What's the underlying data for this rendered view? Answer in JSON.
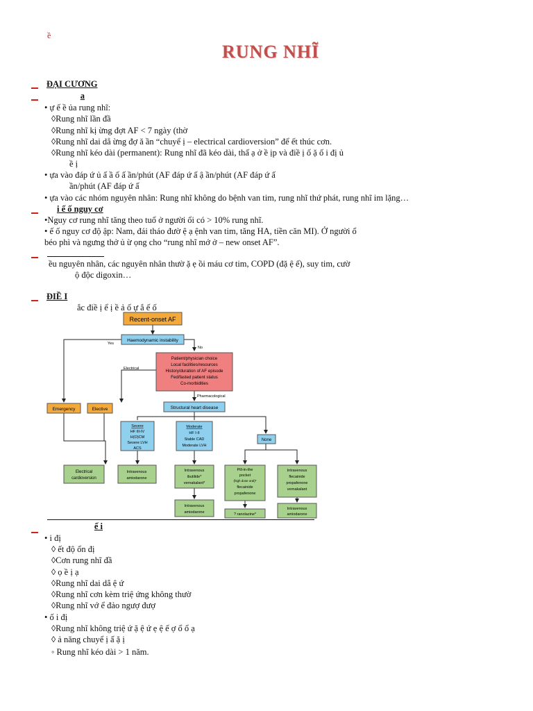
{
  "header": {
    "mark": "ề",
    "title": "RUNG NHĨ"
  },
  "section1": {
    "heading": "ĐẠI CƯƠNG",
    "sub_a": "a",
    "lines": [
      "•   ự                   ế     ề     ủa rung nhĩ:",
      "◊Rung nhĩ lần đầ",
      "◊Rung nhĩ kị                                 ừng đợt AF < 7 ngày (thờ",
      "◊Rung nhĩ dai dẳ                   ừng đợ                  ă    ần “chuyể    ị   – electrical cardioversion” để   ết thúc cơn.",
      "◊Rung nhĩ kéo dài (permanent): Rung nhĩ đã kéo dài, thấ    ạ   ở         ề     ịp và điề    ị      ố       ặ          ố      i đị       ủ",
      "ề      ị",
      "•   ựa vào đáp ứ      ủ     ấ      ầ     ố     ấ                ần/phút (AF đáp ứ         ấ      ậ                  ần/phút (AF đáp ứ         ấ",
      "ần/phút (AF đáp ứ       ấ",
      "•   ựa vào các nhóm nguyên nhân: Rung nhĩ không do bệnh van tim, rung nhĩ thứ phát, rung nhĩ im lặng…"
    ],
    "sub_b": "i     ế     ố nguy cơ",
    "lines_b": [
      "•Nguy cơ rung nhĩ tăng theo tuổ   ở người           ổi có > 10% rung nhĩ.",
      "•   ế     ố nguy cơ độ     ập: Nam, đái tháo đườ          ệ              ạ                ệnh van tim, tăng HA, tiền căn MI). Ở người              ổ",
      "béo phì và ngưng thở            ủ         ừ                      ọng cho “rung nhĩ mớ      ở          – new onset AF”."
    ],
    "lines_c": [
      "ều nguyên nhân, các nguyên nhân thườ      ặ       ẹ                      ồi máu cơ tim, COPD (đặ        ệ                    ế), suy tim, cườ",
      "ộ độc digoxin…"
    ]
  },
  "section2": {
    "heading": "ĐIỀ       I",
    "intro": "ắc điề     ị        ể              ị        ề             ả      ố    ự                        ắ          ế      ố"
  },
  "flowchart": {
    "recent_onset": "Recent-onset AF",
    "haemo": "Haemodynamic instability",
    "yes": "Yes",
    "no": "No",
    "electrical": "Electrical",
    "pharmacological": "Pharmacological",
    "patient_box": [
      "Patient/physician choice",
      "Local facilities/resources",
      "History/duration of AF episode",
      "Fed/fasted patient status",
      "Co-morbidities"
    ],
    "emergency": "Emergency",
    "elective": "Elective",
    "structural": "Structural heart disease",
    "severe": [
      "Severe",
      "HF III-IV",
      "H(O)CM",
      "Severe LVH",
      "ACS"
    ],
    "moderate": [
      "Moderate",
      "HF I-II",
      "Stable CAD",
      "Moderate LVH"
    ],
    "none": "None",
    "elec_cardio": [
      "Electrical",
      "cardioversion"
    ],
    "iv_amio1": [
      "Intravenous",
      "amiodarone"
    ],
    "iv_ibut": [
      "Intravenous",
      "ibutilide*",
      "vernakalant*"
    ],
    "pip": [
      "Pill-in-the",
      "pocket",
      "(high dose oral)*",
      "flecainide",
      "propafenone"
    ],
    "iv_flec": [
      "Intravenous",
      "flecainide",
      "propafenone",
      "vernakalant"
    ],
    "iv_amio2": [
      "Intravenous",
      "amiodarone"
    ],
    "ranolazine": "? ranolazine*",
    "iv_amio3": [
      "Intravenous",
      "amiodarone"
    ]
  },
  "section3": {
    "sub": "ế     i",
    "lines": [
      "•   i đị",
      "◊       ết độ             ổn đị",
      "◊Cơn rung nhĩ đầ",
      "◊     ọ      ề                ị         ạ",
      "◊Rung nhĩ dai dẳ              ệ       ứ",
      "◊Rung nhĩ cơn kèm triệ       ứng không thườ",
      "◊Rung nhĩ vớ               ể đảo ngượ    đượ",
      "•     ố       i đị",
      "◊Rung nhĩ không triệ       ứ          ặ      ệ      ứ           ẹ              ệ      ế     ợ                ổ                ổ        ạ",
      "◊      ả năng chuyể       ị                          ấ         ặ                       ị",
      "  ◦ Rung nhĩ kéo dài > 1 năm."
    ]
  },
  "colors": {
    "accent_red": "#d0201b",
    "title_color": "#c0504d",
    "orange": "#f4a93b",
    "pink": "#f08080",
    "blue": "#8fd0ef",
    "green": "#a9d18e"
  }
}
